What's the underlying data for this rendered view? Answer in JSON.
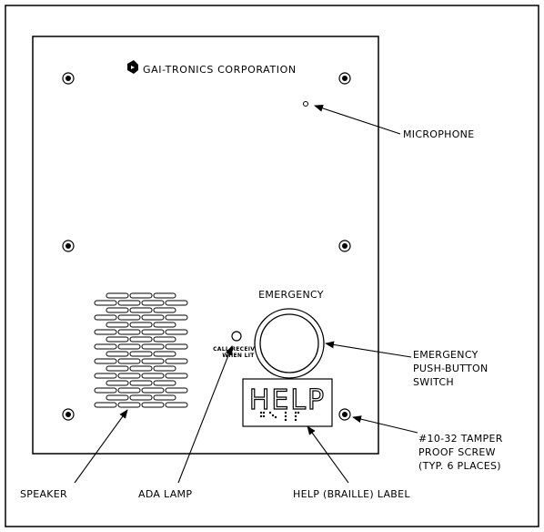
{
  "panel": {
    "logo_text": "GAI-TRONICS CORPORATION",
    "emergency_label": "EMERGENCY",
    "help_text": "HELP",
    "lamp_caption_line1": "CALL RECEIVED",
    "lamp_caption_line2": "WHEN LIT"
  },
  "callouts": {
    "microphone": "MICROPHONE",
    "switch_line1": "EMERGENCY",
    "switch_line2": "PUSH-BUTTON",
    "switch_line3": "SWITCH",
    "screw_line1": "#10-32 TAMPER",
    "screw_line2": "PROOF SCREW",
    "screw_line3": "(TYP. 6 PLACES)",
    "speaker": "SPEAKER",
    "ada_lamp": "ADA LAMP",
    "help_label": "HELP (BRAILLE) LABEL"
  }
}
